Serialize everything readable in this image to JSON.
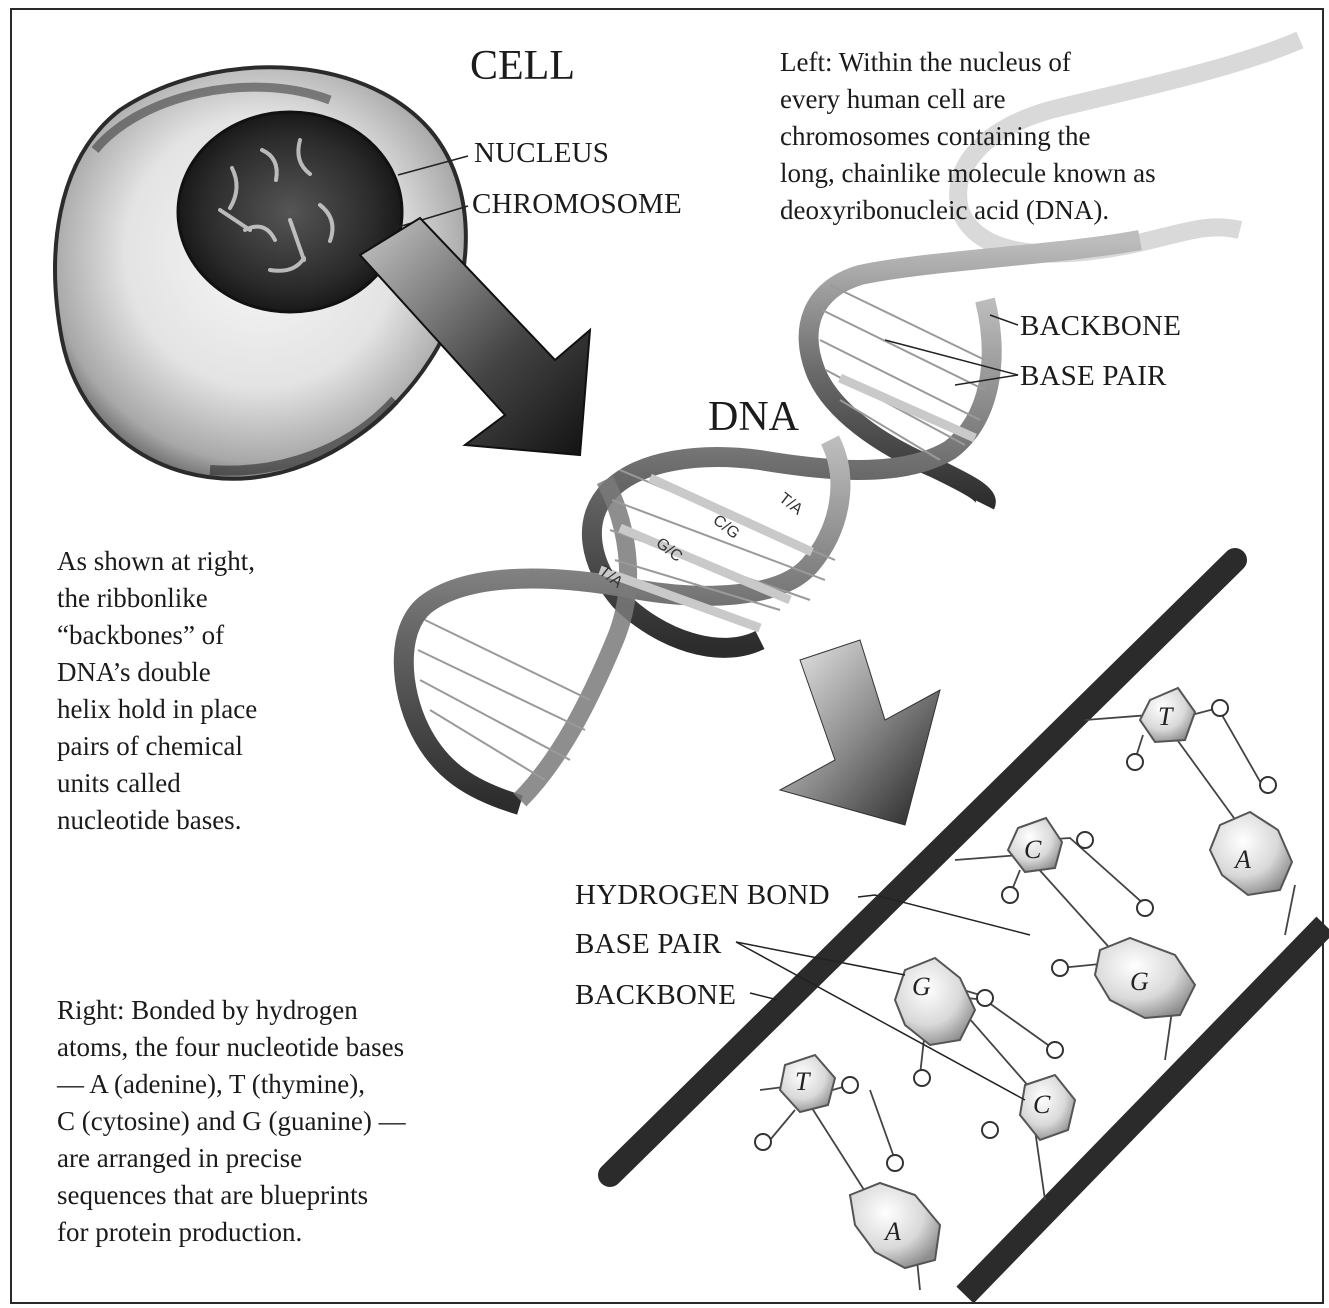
{
  "title_cell": "CELL",
  "title_dna": "DNA",
  "labels": {
    "nucleus": "NUCLEUS",
    "chromosome": "CHROMOSOME",
    "backbone_top": "BACKBONE",
    "base_pair_top": "BASE PAIR",
    "hydrogen_bond": "HYDROGEN BOND",
    "base_pair_bottom": "BASE PAIR",
    "backbone_bottom": "BACKBONE"
  },
  "captions": {
    "left_top": [
      "Left: Within the nucleus of",
      "every human cell are",
      "chromosomes containing the",
      "long, chainlike molecule known as",
      "deoxyribonucleic acid (DNA)."
    ],
    "middle_left": [
      "As shown at right,",
      "the ribbonlike",
      "“backbones” of",
      "DNA’s double",
      "helix hold in place",
      "pairs of chemical",
      "units called",
      "nucleotide bases."
    ],
    "bottom_left": [
      "Right: Bonded by hydrogen",
      "atoms, the four nucleotide bases",
      "— A (adenine), T (thymine),",
      "C (cytosine) and G (guanine) —",
      "are arranged in precise",
      "sequences that are blueprints",
      "for protein production."
    ]
  },
  "helix_pairs": [
    "T/A",
    "C/G",
    "G/C",
    "T/A"
  ],
  "bases": [
    "T",
    "A",
    "C",
    "G",
    "G",
    "C",
    "T",
    "A"
  ],
  "colors": {
    "ink": "#1b1b1b",
    "shade": "#6e6e6e",
    "light": "#d6d6d6"
  }
}
